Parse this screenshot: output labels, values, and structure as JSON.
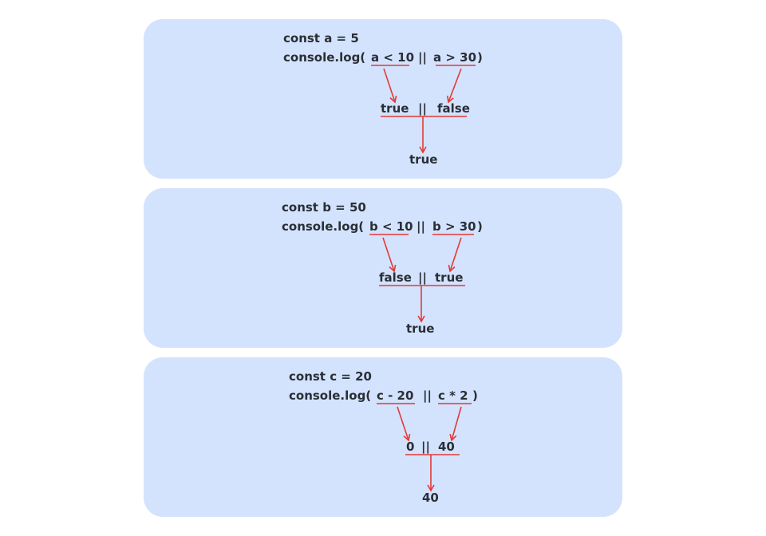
{
  "colors": {
    "panel_bg": "#d3e3fd",
    "accent": "#e53935",
    "text": "#2a2e36"
  },
  "examples": [
    {
      "declaration": "const a = 5",
      "log_prefix": "console.log(",
      "left_operand": "a < 10",
      "operator": "||",
      "right_operand": "a > 30",
      "log_suffix": ")",
      "left_value": "true",
      "right_value": "false",
      "result": "true"
    },
    {
      "declaration": "const b = 50",
      "log_prefix": "console.log(",
      "left_operand": "b < 10",
      "operator": "||",
      "right_operand": "b > 30",
      "log_suffix": ")",
      "left_value": "false",
      "right_value": "true",
      "result": "true"
    },
    {
      "declaration": "const c = 20",
      "log_prefix": "console.log(",
      "left_operand": "c - 20",
      "operator": "||",
      "right_operand": "c * 2",
      "log_suffix": ")",
      "left_value": "0",
      "right_value": "40",
      "result": "40"
    }
  ]
}
